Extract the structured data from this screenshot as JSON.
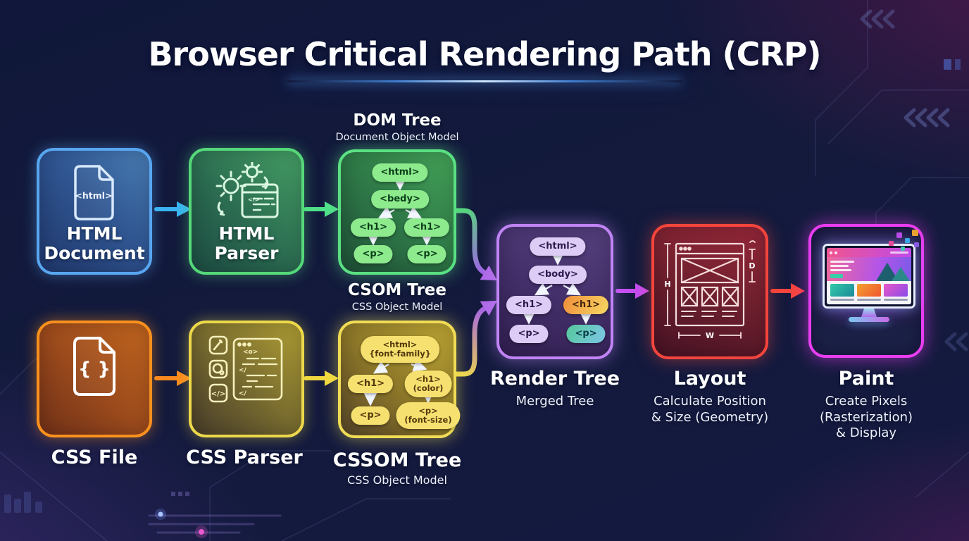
{
  "title": "Browser Critical Rendering Path (CRP)",
  "colors": {
    "html_accent": "#58a6f0",
    "html_parser_accent": "#55d87a",
    "dom_accent": "#5ae083",
    "css_accent": "#f9901e",
    "css_parser_accent": "#ecd84a",
    "cssom_accent": "#f0dc55",
    "render_accent": "#c084f5",
    "layout_accent": "#f4453c",
    "paint_accent": "#e93df0"
  },
  "stages": {
    "html_document": {
      "label": "HTML Document",
      "icon_text": "<html>"
    },
    "html_parser": {
      "label": "HTML Parser",
      "icon_code_text": "</>"
    },
    "dom_tree": {
      "title": "DOM Tree",
      "subtitle": "Document Object Model",
      "nodes": {
        "root": "<html>",
        "body": "<bedy>",
        "h1_left": "<h1>",
        "h1_right": "<h1>",
        "p_left": "<p>",
        "p_right": "<p>"
      }
    },
    "csom_caption": {
      "title": "CSOM Tree",
      "subtitle": "CSS Object Model"
    },
    "css_file": {
      "label": "CSS File",
      "icon_text": "{ }"
    },
    "css_parser": {
      "label": "CSS Parser",
      "icon_code_text": "</>",
      "icon_window_text": "<o>"
    },
    "cssom_tree": {
      "title": "CSSOM Tree",
      "subtitle": "CSS Object Model",
      "nodes": {
        "root_tag": "<html>",
        "root_rule": "{font-family}",
        "h1_left": "<h1>",
        "h1_right_tag": "<h1>",
        "h1_right_rule": "(color)",
        "p_left": "<p>",
        "p_right_tag": "<p>",
        "p_right_rule": "(font-size)"
      }
    },
    "render_tree": {
      "title": "Render Tree",
      "subtitle": "Merged Tree",
      "nodes": {
        "root": "<html>",
        "body": "<body>",
        "h1_left": "<h1>",
        "h1_right": "<h1>",
        "p_left": "<p>",
        "p_right": "<p>"
      }
    },
    "layout": {
      "title": "Layout",
      "subtitle_line1": "Calculate Position",
      "subtitle_line2": "& Size (Geometry)",
      "height_label": "H",
      "width_label": "W",
      "depth_label": "D"
    },
    "paint": {
      "title": "Paint",
      "subtitle_line1": "Create Pixels",
      "subtitle_line2": "(Rasterization)",
      "subtitle_line3": "& Display"
    }
  }
}
